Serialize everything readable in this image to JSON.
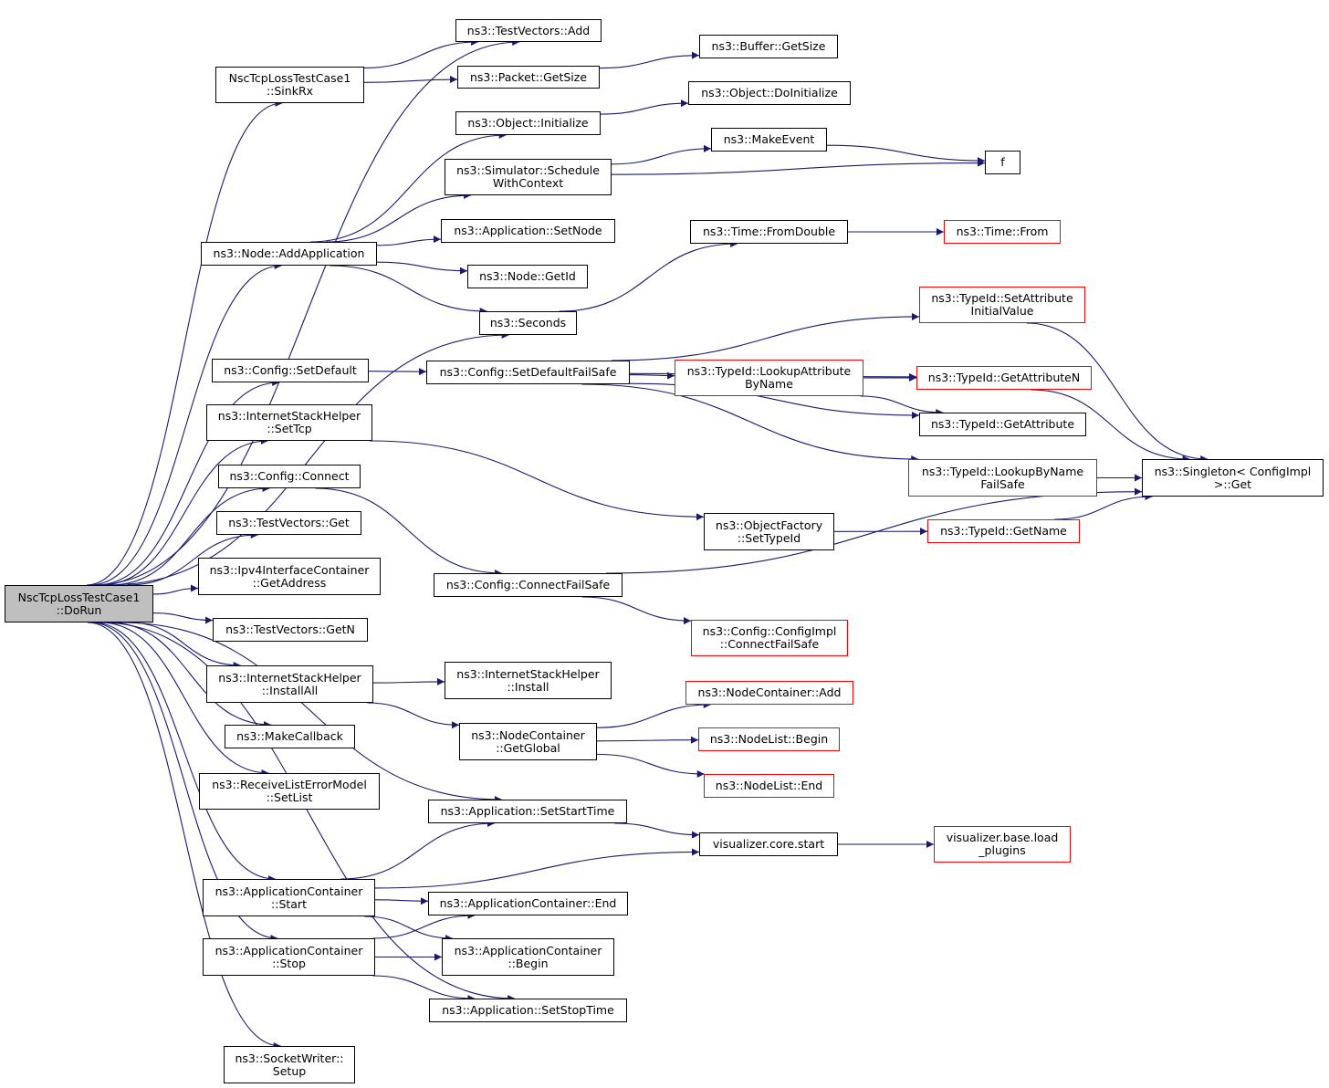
{
  "colors": {
    "edge": "#191970",
    "box": "#000000",
    "truncated": "#ff0000",
    "root_fill": "#bfbfbf"
  },
  "nodes": {
    "root": {
      "l1": "NscTcpLossTestCase1",
      "l2": "::DoRun"
    },
    "sinkrx": {
      "l1": "NscTcpLossTestCase1",
      "l2": "::SinkRx"
    },
    "tv_add": {
      "l1": "ns3::TestVectors::Add"
    },
    "pkt_getsize": {
      "l1": "ns3::Packet::GetSize"
    },
    "buf_getsize": {
      "l1": "ns3::Buffer::GetSize"
    },
    "obj_doinit": {
      "l1": "ns3::Object::DoInitialize"
    },
    "obj_init": {
      "l1": "ns3::Object::Initialize"
    },
    "makeevent": {
      "l1": "ns3::MakeEvent"
    },
    "f": {
      "l1": "f"
    },
    "sched": {
      "l1": "ns3::Simulator::Schedule",
      "l2": "WithContext"
    },
    "app_setnode": {
      "l1": "ns3::Application::SetNode"
    },
    "node_addapp": {
      "l1": "ns3::Node::AddApplication"
    },
    "node_getid": {
      "l1": "ns3::Node::GetId"
    },
    "time_fromdouble": {
      "l1": "ns3::Time::FromDouble"
    },
    "time_from": {
      "l1": "ns3::Time::From"
    },
    "seconds": {
      "l1": "ns3::Seconds"
    },
    "tid_setattr": {
      "l1": "ns3::TypeId::SetAttribute",
      "l2": "InitialValue"
    },
    "cfg_setdefault": {
      "l1": "ns3::Config::SetDefault"
    },
    "cfg_setdefaultfs": {
      "l1": "ns3::Config::SetDefaultFailSafe"
    },
    "tid_lookupattr": {
      "l1": "ns3::TypeId::LookupAttribute",
      "l2": "ByName"
    },
    "tid_getattrn": {
      "l1": "ns3::TypeId::GetAttributeN"
    },
    "ish_settcp": {
      "l1": "ns3::InternetStackHelper",
      "l2": "::SetTcp"
    },
    "tid_getattr": {
      "l1": "ns3::TypeId::GetAttribute"
    },
    "cfg_connect": {
      "l1": "ns3::Config::Connect"
    },
    "tid_lookupbyname": {
      "l1": "ns3::TypeId::LookupByName",
      "l2": "FailSafe"
    },
    "singleton": {
      "l1": "ns3::Singleton< ConfigImpl",
      "l2": ">::Get"
    },
    "tv_get": {
      "l1": "ns3::TestVectors::Get"
    },
    "of_settypeid": {
      "l1": "ns3::ObjectFactory",
      "l2": "::SetTypeId"
    },
    "tid_getname": {
      "l1": "ns3::TypeId::GetName"
    },
    "ipv4_getaddr": {
      "l1": "ns3::Ipv4InterfaceContainer",
      "l2": "::GetAddress"
    },
    "cfg_connectfs": {
      "l1": "ns3::Config::ConnectFailSafe"
    },
    "tv_getn": {
      "l1": "ns3::TestVectors::GetN"
    },
    "cfgimpl_connectfs": {
      "l1": "ns3::Config::ConfigImpl",
      "l2": "::ConnectFailSafe"
    },
    "ish_installall": {
      "l1": "ns3::InternetStackHelper",
      "l2": "::InstallAll"
    },
    "ish_install": {
      "l1": "ns3::InternetStackHelper",
      "l2": "::Install"
    },
    "nc_add": {
      "l1": "ns3::NodeContainer::Add"
    },
    "makecallback": {
      "l1": "ns3::MakeCallback"
    },
    "nc_getglobal": {
      "l1": "ns3::NodeContainer",
      "l2": "::GetGlobal"
    },
    "nl_begin": {
      "l1": "ns3::NodeList::Begin"
    },
    "rlem_setlist": {
      "l1": "ns3::ReceiveListErrorModel",
      "l2": "::SetList"
    },
    "nl_end": {
      "l1": "ns3::NodeList::End"
    },
    "app_setstart": {
      "l1": "ns3::Application::SetStartTime"
    },
    "viz_start": {
      "l1": "visualizer.core.start"
    },
    "viz_load": {
      "l1": "visualizer.base.load",
      "l2": "_plugins"
    },
    "ac_start": {
      "l1": "ns3::ApplicationContainer",
      "l2": "::Start"
    },
    "ac_end": {
      "l1": "ns3::ApplicationContainer::End"
    },
    "ac_stop": {
      "l1": "ns3::ApplicationContainer",
      "l2": "::Stop"
    },
    "ac_begin": {
      "l1": "ns3::ApplicationContainer",
      "l2": "::Begin"
    },
    "app_setstop": {
      "l1": "ns3::Application::SetStopTime"
    },
    "sw_setup": {
      "l1": "ns3::SocketWriter::",
      "l2": "Setup"
    }
  },
  "edges": [
    [
      "root",
      "tv_add"
    ],
    [
      "root",
      "sinkrx"
    ],
    [
      "root",
      "node_addapp"
    ],
    [
      "root",
      "seconds"
    ],
    [
      "root",
      "cfg_setdefault"
    ],
    [
      "root",
      "ish_settcp"
    ],
    [
      "root",
      "cfg_connect"
    ],
    [
      "root",
      "tv_get"
    ],
    [
      "root",
      "ipv4_getaddr"
    ],
    [
      "root",
      "tv_getn"
    ],
    [
      "root",
      "ish_installall"
    ],
    [
      "root",
      "makecallback"
    ],
    [
      "root",
      "rlem_setlist"
    ],
    [
      "root",
      "app_setstart"
    ],
    [
      "root",
      "ac_start"
    ],
    [
      "root",
      "ac_stop"
    ],
    [
      "root",
      "app_setstop"
    ],
    [
      "root",
      "sw_setup"
    ],
    [
      "sinkrx",
      "tv_add"
    ],
    [
      "sinkrx",
      "pkt_getsize"
    ],
    [
      "pkt_getsize",
      "buf_getsize"
    ],
    [
      "obj_init",
      "obj_doinit"
    ],
    [
      "makeevent",
      "f"
    ],
    [
      "sched",
      "makeevent"
    ],
    [
      "sched",
      "f"
    ],
    [
      "node_addapp",
      "obj_init"
    ],
    [
      "node_addapp",
      "sched"
    ],
    [
      "node_addapp",
      "app_setnode"
    ],
    [
      "node_addapp",
      "node_getid"
    ],
    [
      "node_addapp",
      "seconds"
    ],
    [
      "seconds",
      "time_fromdouble"
    ],
    [
      "time_fromdouble",
      "time_from"
    ],
    [
      "cfg_setdefault",
      "cfg_setdefaultfs"
    ],
    [
      "cfg_setdefaultfs",
      "tid_setattr"
    ],
    [
      "cfg_setdefaultfs",
      "tid_getattrn"
    ],
    [
      "cfg_setdefaultfs",
      "tid_lookupattr"
    ],
    [
      "cfg_setdefaultfs",
      "tid_getattr"
    ],
    [
      "cfg_setdefaultfs",
      "tid_lookupbyname"
    ],
    [
      "tid_lookupattr",
      "tid_getattrn"
    ],
    [
      "tid_lookupattr",
      "tid_getattr"
    ],
    [
      "tid_setattr",
      "singleton"
    ],
    [
      "tid_getattrn",
      "singleton"
    ],
    [
      "tid_lookupbyname",
      "singleton"
    ],
    [
      "ish_settcp",
      "of_settypeid"
    ],
    [
      "of_settypeid",
      "tid_getname"
    ],
    [
      "tid_getname",
      "singleton"
    ],
    [
      "cfg_connect",
      "cfg_connectfs"
    ],
    [
      "cfg_connectfs",
      "singleton"
    ],
    [
      "cfg_connectfs",
      "cfgimpl_connectfs"
    ],
    [
      "ish_installall",
      "ish_install"
    ],
    [
      "ish_installall",
      "nc_getglobal"
    ],
    [
      "nc_getglobal",
      "nc_add"
    ],
    [
      "nc_getglobal",
      "nl_begin"
    ],
    [
      "nc_getglobal",
      "nl_end"
    ],
    [
      "app_setstart",
      "viz_start"
    ],
    [
      "viz_start",
      "viz_load"
    ],
    [
      "ac_start",
      "app_setstart"
    ],
    [
      "ac_start",
      "viz_start"
    ],
    [
      "ac_start",
      "ac_end"
    ],
    [
      "ac_start",
      "ac_begin"
    ],
    [
      "ac_stop",
      "ac_end"
    ],
    [
      "ac_stop",
      "ac_begin"
    ],
    [
      "ac_stop",
      "app_setstop"
    ]
  ]
}
